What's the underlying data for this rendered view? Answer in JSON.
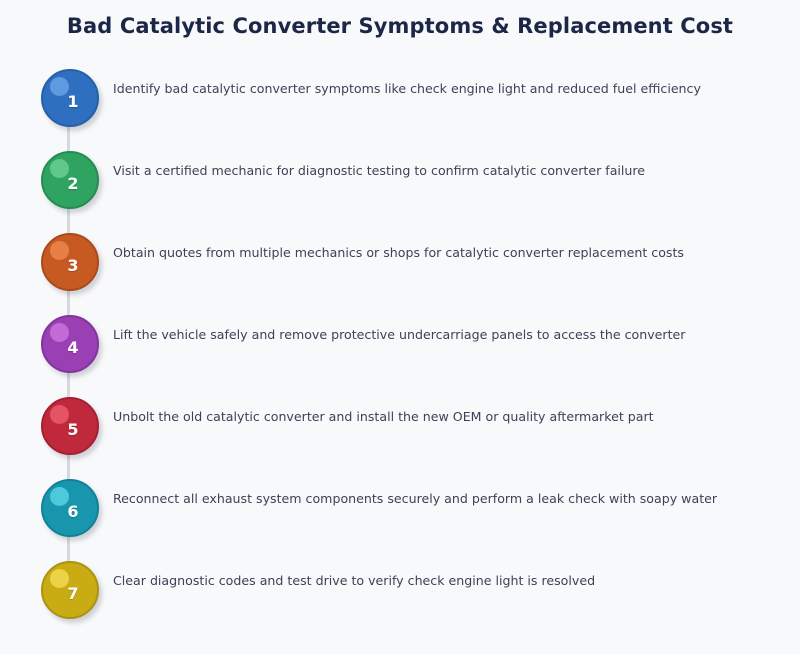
{
  "page": {
    "title": "Bad Catalytic Converter Symptoms & Replacement Cost",
    "background_color": "#f8f9fb",
    "title_color": "#1c2747",
    "text_color": "#3c4257",
    "connector_color": "#d5d8dc"
  },
  "steps": [
    {
      "number": "1",
      "text": "Identify bad catalytic converter symptoms like check engine light and reduced fuel efficiency",
      "color": "#2e6fbf",
      "border_color": "#2560a8",
      "highlight_color": "#6ba6e8"
    },
    {
      "number": "2",
      "text": "Visit a certified mechanic for diagnostic testing to confirm catalytic converter failure",
      "color": "#2fa360",
      "border_color": "#288c52",
      "highlight_color": "#6ed294"
    },
    {
      "number": "3",
      "text": "Obtain quotes from multiple mechanics or shops for catalytic converter replacement costs",
      "color": "#c75a22",
      "border_color": "#ab4a19",
      "highlight_color": "#f08a52"
    },
    {
      "number": "4",
      "text": "Lift the vehicle safely and remove protective undercarriage panels to access the converter",
      "color": "#9b3fb5",
      "border_color": "#84339c",
      "highlight_color": "#cc77e0"
    },
    {
      "number": "5",
      "text": "Unbolt the old catalytic converter and install the new OEM or quality aftermarket part",
      "color": "#c0293b",
      "border_color": "#a52031",
      "highlight_color": "#f06070"
    },
    {
      "number": "6",
      "text": "Reconnect all exhaust system components securely and perform a leak check with soapy water",
      "color": "#1796ad",
      "border_color": "#128097",
      "highlight_color": "#5ed6e8"
    },
    {
      "number": "7",
      "text": "Clear diagnostic codes and test drive to verify check engine light is resolved",
      "color": "#c9ac14",
      "border_color": "#ab9310",
      "highlight_color": "#f5dc55"
    }
  ]
}
